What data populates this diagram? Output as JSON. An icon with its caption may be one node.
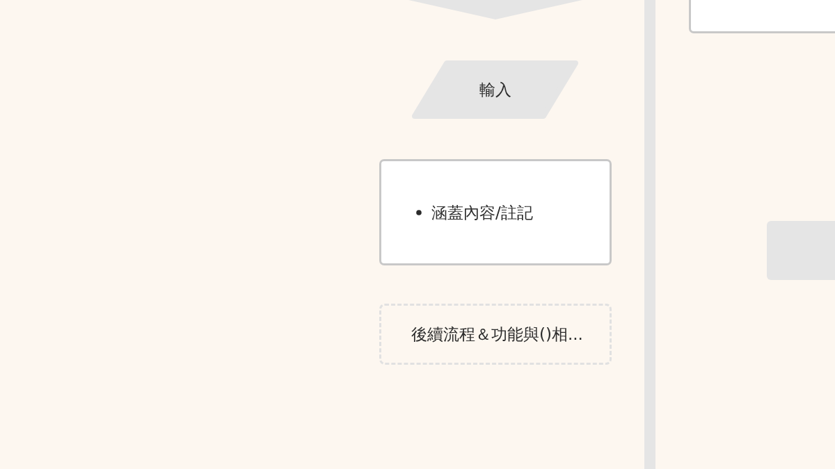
{
  "diagram": {
    "nodes": [
      {
        "text": [],
        "shape": "chevron"
      },
      {
        "text": [
          "輸入"
        ]
      },
      {
        "text": [
          "涵蓋內容/註記"
        ]
      },
      {
        "text": [
          "後續流程＆功能與()相..."
        ]
      },
      {
        "text": [],
        "shape": "bar"
      },
      {
        "text": [],
        "shape": "box"
      },
      {
        "text": [],
        "shape": "box"
      }
    ]
  }
}
